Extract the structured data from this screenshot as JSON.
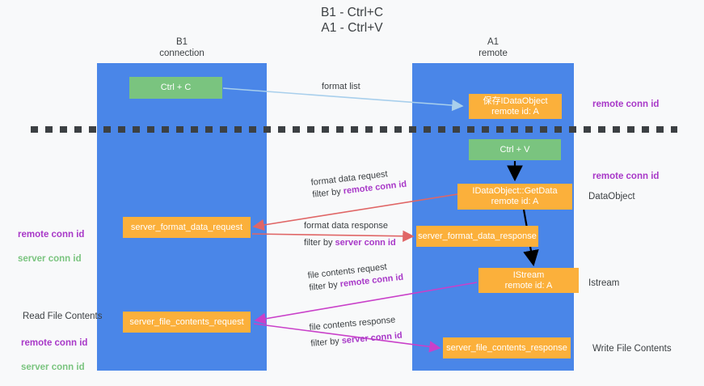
{
  "title": "B1 - Ctrl+C\nA1 - Ctrl+V",
  "lanes": [
    {
      "name": "b1",
      "heading": "B1\nconnection"
    },
    {
      "name": "a1",
      "heading": "A1\nremote"
    }
  ],
  "boxes": {
    "ctrl_c": "Ctrl + C",
    "save_idataobject": "保存IDataObject\nremote id: A",
    "ctrl_v": "Ctrl + V",
    "getdata": "IDataObject::GetData\nremote id: A",
    "server_format_data_request": "server_format_data_request",
    "server_format_data_response": "server_format_data_response",
    "istream": "IStream\nremote id: A",
    "server_file_contents_request": "server_file_contents_request",
    "server_file_contents_response": "server_file_contents_response"
  },
  "edge_labels": {
    "format_list": "format list",
    "format_data_request": "format data request",
    "format_data_request_filter_prefix": "filter by ",
    "format_data_request_filter_key": "remote conn id",
    "format_data_response": "format data response",
    "format_data_response_filter_prefix": "filter by ",
    "format_data_response_filter_key": "server conn id",
    "file_contents_request": "file contents request",
    "file_contents_request_filter_prefix": "filter by ",
    "file_contents_request_filter_key": "remote conn id",
    "file_contents_response": "file contents response",
    "file_contents_response_filter_prefix": "filter by ",
    "file_contents_response_filter_key": "server conn id"
  },
  "notes": {
    "remote_conn_id_top": "remote conn id",
    "remote_conn_id_mid": "remote conn id",
    "dataobject": "DataObject",
    "istream": "Istream",
    "write_file_contents": "Write File Contents",
    "read_file_contents": "Read File Contents",
    "left_remote_conn_id": "remote conn id",
    "left_server_conn_id": "server conn id",
    "left2_remote_conn_id": "remote conn id",
    "left2_server_conn_id": "server conn id"
  },
  "colors": {
    "lane_blue": "#4a86e8",
    "box_green": "#7ac47f",
    "box_orange": "#fbb03b",
    "purple": "#a838c8",
    "green_text": "#7ac47f",
    "arrow_lightblue": "#a8cfec",
    "arrow_red": "#e06666",
    "arrow_magenta": "#c940c9",
    "arrow_black": "#000000",
    "background": "#f8f9fa"
  }
}
